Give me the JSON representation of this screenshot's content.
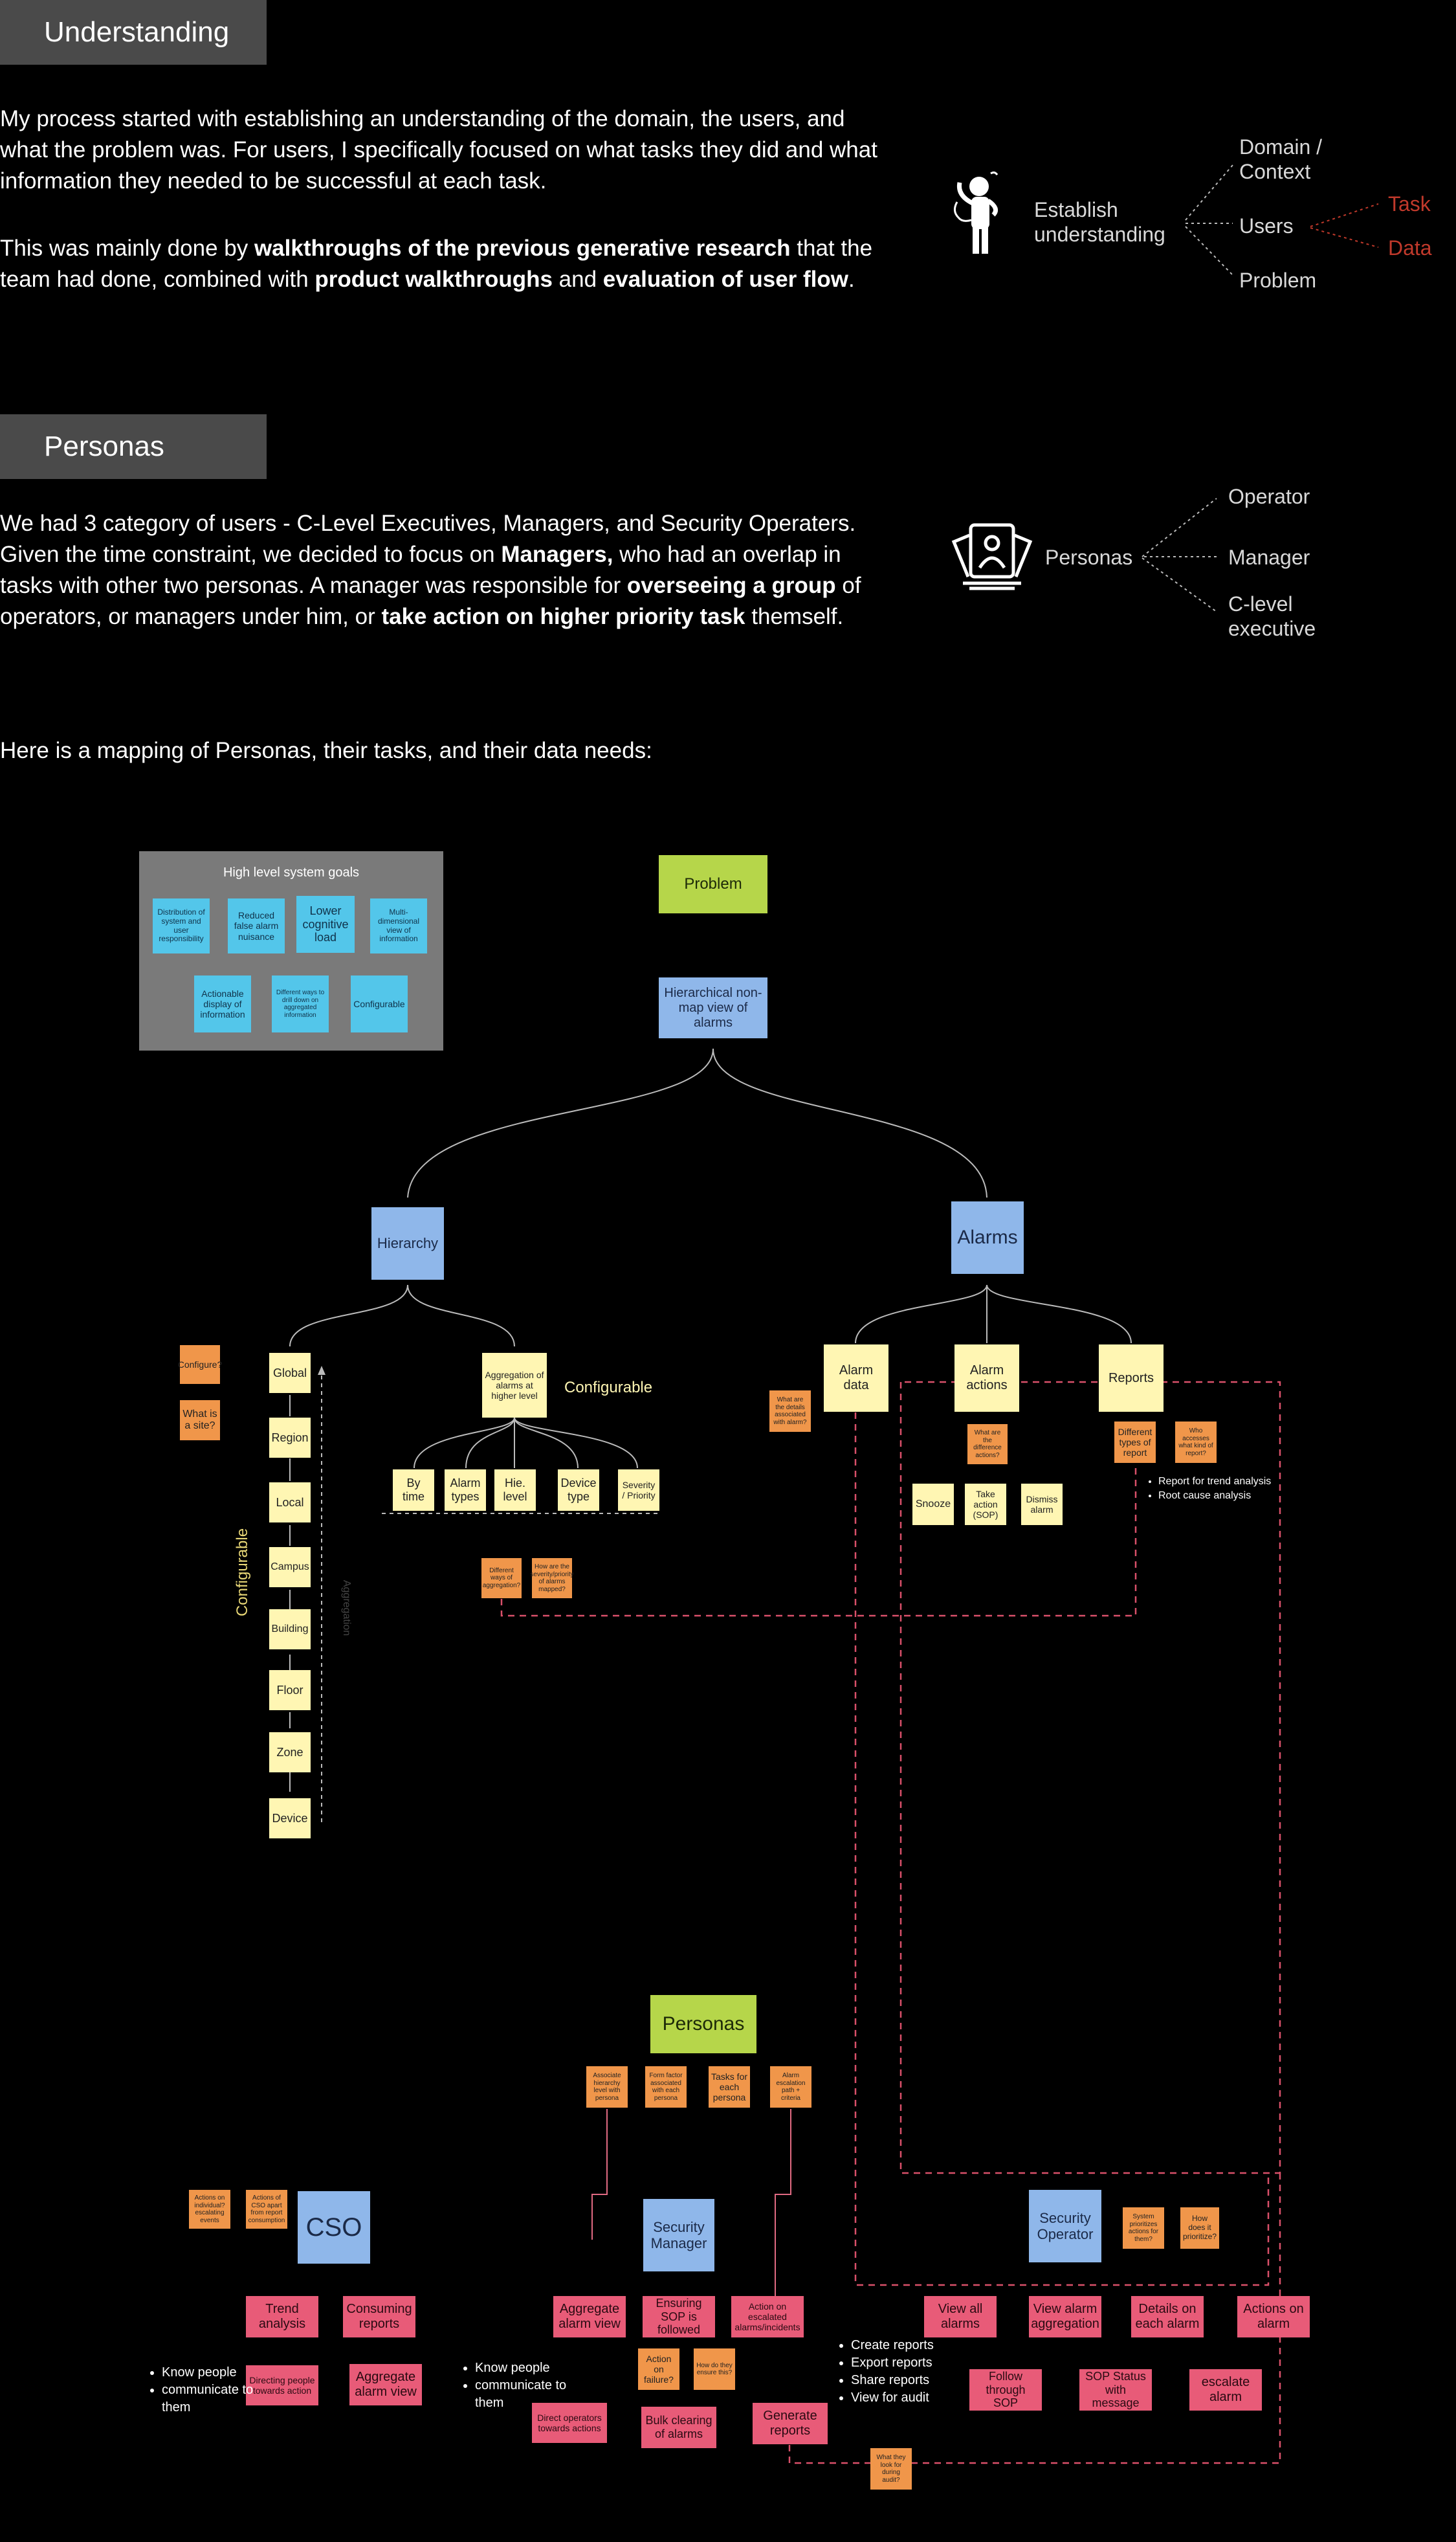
{
  "understanding": {
    "title": "Understanding",
    "p1": "My process started with establishing an understanding of the domain, the users, and what the problem was. For users, I specifically focused on what tasks they did and what information they needed to be successful at each task.",
    "p2_a": "This was mainly done by ",
    "p2_b": "walkthroughs of the previous generative research",
    "p2_c": " that the team had done, combined with ",
    "p2_d": "product walkthroughs",
    "p2_e": " and ",
    "p2_f": "evaluation of user flow",
    "p2_g": ".",
    "diagram": {
      "center": "Establish understanding",
      "branches": [
        "Domain / Context",
        "Users",
        "Problem"
      ],
      "sub_branches": [
        "Task",
        "Data"
      ]
    }
  },
  "personas": {
    "title": "Personas",
    "p1_a": "We had 3 category of users - C-Level Executives, Managers, and Security Operaters. Given the time constraint, we decided to focus on ",
    "p1_b": "Managers,",
    "p1_c": " who had an overlap in tasks with other two personas. A manager was responsible for ",
    "p1_d": "overseeing a group",
    "p1_e": " of operators, or managers under him, or ",
    "p1_f": "take action on higher priority task",
    "p1_g": " themself.",
    "p2": "Here is a mapping of Personas, their tasks, and their data needs:",
    "diagram": {
      "center": "Personas",
      "branches": [
        "Operator",
        "Manager",
        "C-level executive"
      ]
    }
  },
  "map": {
    "goals": {
      "title": "High level system goals",
      "items": [
        "Distribution of system and user responsibility",
        "Reduced false alarm nuisance",
        "Lower cognitive load",
        "Multi-dimensional view of information",
        "Actionable display of information",
        "Different ways to drill down on aggregated information",
        "Configurable"
      ]
    },
    "problem": "Problem",
    "hier_view": "Hierarchical non-map view of alarms",
    "hierarchy": "Hierarchy",
    "alarms": "Alarms",
    "hier_notes": [
      "Configure?",
      "What is a site?"
    ],
    "levels": [
      "Global",
      "Region",
      "Local",
      "Campus",
      "Building",
      "Floor",
      "Zone",
      "Device"
    ],
    "configurable_vertical": "Configurable",
    "aggregation": "Aggregation",
    "aggregation_note": "Aggregation of alarms at higher level",
    "configurable": "Configurable",
    "agg_types": [
      "By time",
      "Alarm types",
      "Hie. level",
      "Device type",
      "Severity / Priority"
    ],
    "agg_notes": [
      "Different ways of aggregation?",
      "How are the severity/priority of alarms mapped?"
    ],
    "alarm_children": [
      "Alarm data",
      "Alarm actions",
      "Reports"
    ],
    "alarm_data_note": "What are the details associated with alarm?",
    "action_note": "What are the difference actions?",
    "actions": [
      "Snooze",
      "Take action (SOP)",
      "Dismiss alarm"
    ],
    "report_notes": [
      "Different types of report",
      "Who accesses what kind of report?"
    ],
    "report_bullets": [
      "Report for trend analysis",
      "Root cause analysis"
    ],
    "personas_title": "Personas",
    "persona_notes": [
      "Associate hierarchy level with persona",
      "Form factor associated with each persona",
      "Tasks for each persona",
      "Alarm escalation path + criteria"
    ],
    "cso": {
      "label": "CSO",
      "notes": [
        "Actions on individual? escalating events",
        "Actions of CSO apart from report consumption"
      ],
      "tasks": [
        "Trend analysis",
        "Consuming reports",
        "Directing people towards action",
        "Aggregate alarm view"
      ],
      "bullets": [
        "Know people",
        "communicate to them"
      ]
    },
    "manager": {
      "label": "Security Manager",
      "tasks": [
        "Aggregate alarm view",
        "Ensuring SOP is followed",
        "Action on escalated alarms/incidents",
        "Direct operators towards actions",
        "Bulk clearing of alarms",
        "Generate reports"
      ],
      "notes": [
        "Action on failure?",
        "How do they ensure this?",
        "What they look for during audit?"
      ],
      "bullets": [
        "Know people",
        "communicate to them"
      ],
      "report_bullets": [
        "Create reports",
        "Export reports",
        "Share reports",
        "View for audit"
      ]
    },
    "operator": {
      "label": "Security Operator",
      "notes": [
        "System prioritizes actions for them?",
        "How does it prioritize?"
      ],
      "tasks": [
        "View all alarms",
        "View alarm aggregation",
        "Details on each alarm",
        "Actions on alarm",
        "Follow through SOP",
        "SOP Status with message",
        "escalate alarm"
      ]
    }
  },
  "colors": {
    "yellow": "#fff6b3",
    "orange": "#f0964a",
    "blue": "#8fb7ea",
    "cyan": "#53c6ea",
    "green": "#b6d64a",
    "pink": "#e85b78",
    "dash_red": "#d9506a"
  },
  "icons": [
    "person-thinking-icon",
    "personas-cards-icon"
  ]
}
